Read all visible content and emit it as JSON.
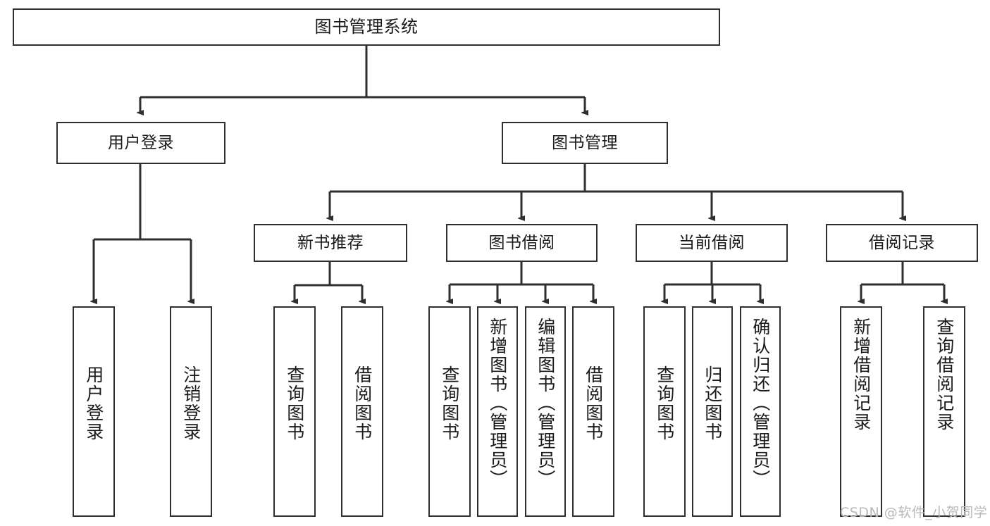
{
  "diagram": {
    "title": "图书管理系统",
    "type": "tree-hierarchy-chart",
    "background_color": "#ffffff",
    "line_color": "#2f2f2f",
    "text_color": "#1a1a1a",
    "root": {
      "label": "图书管理系统"
    },
    "level2": [
      {
        "label": "用户登录"
      },
      {
        "label": "图书管理"
      }
    ],
    "level3": [
      {
        "label": "新书推荐"
      },
      {
        "label": "图书借阅"
      },
      {
        "label": "当前借阅"
      },
      {
        "label": "借阅记录"
      }
    ],
    "leaves": [
      {
        "label": "用户登录",
        "parent": "用户登录"
      },
      {
        "label": "注销登录",
        "parent": "用户登录"
      },
      {
        "label": "查询图书",
        "parent": "新书推荐"
      },
      {
        "label": "借阅图书",
        "parent": "新书推荐"
      },
      {
        "label": "查询图书",
        "parent": "图书借阅"
      },
      {
        "label": "新增图书（管理员）",
        "parent": "图书借阅"
      },
      {
        "label": "编辑图书（管理员）",
        "parent": "图书借阅"
      },
      {
        "label": "借阅图书",
        "parent": "图书借阅"
      },
      {
        "label": "查询图书",
        "parent": "当前借阅"
      },
      {
        "label": "归还图书",
        "parent": "当前借阅"
      },
      {
        "label": "确认归还（管理员）",
        "parent": "当前借阅"
      },
      {
        "label": "新增借阅记录",
        "parent": "借阅记录"
      },
      {
        "label": "查询借阅记录",
        "parent": "借阅记录"
      }
    ],
    "watermark": "CSDN @软件_小贺同学"
  }
}
